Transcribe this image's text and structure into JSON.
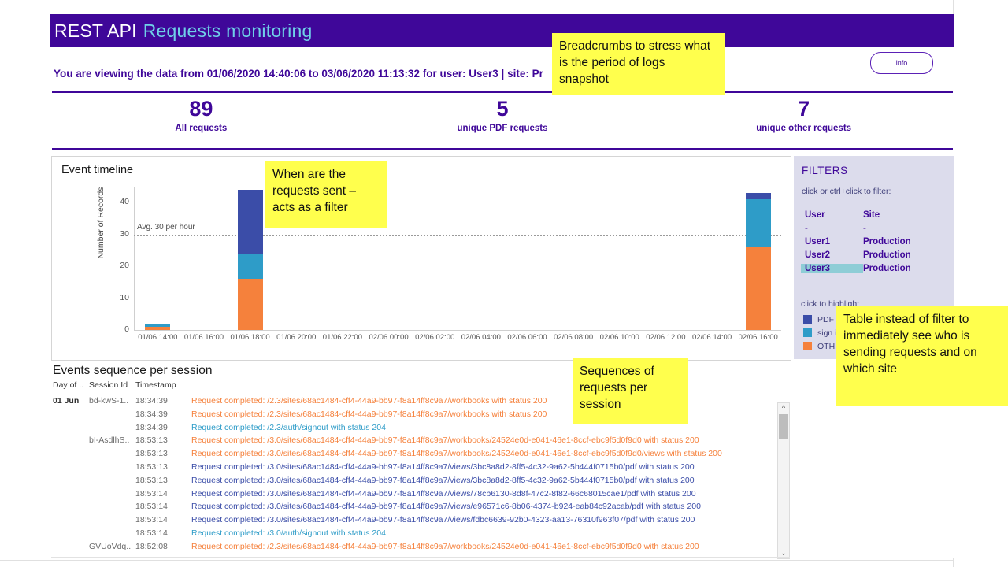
{
  "header": {
    "title_main": "REST API",
    "title_sub": "Requests monitoring",
    "breadcrumb": "You are viewing the data from 01/06/2020 14:40:06 to 03/06/2020 11:13:32 for user: User3 | site: Pr",
    "info_button": "info",
    "accent_purple": "#3f0799",
    "accent_cyan": "#6fd0e8"
  },
  "kpis": [
    {
      "value": "89",
      "label": "All requests"
    },
    {
      "value": "5",
      "label": "unique PDF requests"
    },
    {
      "value": "7",
      "label": "unique other requests"
    }
  ],
  "timeline": {
    "title": "Event timeline",
    "avg_label": "Avg. 30 per hour"
  },
  "chart_data": {
    "type": "bar",
    "stacked": true,
    "title": "Event timeline",
    "xlabel": "",
    "ylabel": "Number of Records",
    "ylim": [
      0,
      45
    ],
    "yticks": [
      0,
      10,
      20,
      30,
      40
    ],
    "grid": false,
    "reference_line": {
      "value": 30,
      "label": "Avg. 30 per hour",
      "style": "dotted"
    },
    "legend_position": "right-panel",
    "categories": [
      "01/06 14:00",
      "01/06 16:00",
      "01/06 18:00",
      "01/06 20:00",
      "01/06 22:00",
      "02/06 00:00",
      "02/06 02:00",
      "02/06 04:00",
      "02/06 06:00",
      "02/06 08:00",
      "02/06 10:00",
      "02/06 12:00",
      "02/06 14:00",
      "02/06 16:00"
    ],
    "series": [
      {
        "name": "OTHER",
        "color": "#f5813c",
        "values": [
          1,
          0,
          16,
          0,
          0,
          0,
          0,
          0,
          0,
          0,
          0,
          0,
          0,
          26
        ]
      },
      {
        "name": "sign in",
        "color": "#2e9cc8",
        "values": [
          1,
          0,
          8,
          0,
          0,
          0,
          0,
          0,
          0,
          0,
          0,
          0,
          0,
          15
        ]
      },
      {
        "name": "PDF",
        "color": "#3b4da8",
        "values": [
          0,
          0,
          20,
          0,
          0,
          0,
          0,
          0,
          0,
          0,
          0,
          0,
          0,
          2
        ]
      }
    ]
  },
  "filters": {
    "title": "FILTERS",
    "hint": "click or ctrl+click to filter:",
    "columns": [
      "User",
      "Site"
    ],
    "rows": [
      {
        "user": "-",
        "site": "-",
        "selected": false
      },
      {
        "user": "User1",
        "site": "Production",
        "selected": false
      },
      {
        "user": "User2",
        "site": "Production",
        "selected": false
      },
      {
        "user": "User3",
        "site": "Production",
        "selected": true
      }
    ],
    "highlight_hint": "click to highlight",
    "legend": [
      {
        "label": "PDF",
        "color": "#3b4da8"
      },
      {
        "label": "sign in",
        "color": "#2e9cc8"
      },
      {
        "label": "OTHER",
        "color": "#f5813c"
      }
    ],
    "selected_color": "#8ecdd6",
    "panel_color": "#dcdcec"
  },
  "sequence": {
    "title": "Events sequence per session",
    "columns": [
      "Day of ..",
      "Session Id",
      "Timestamp"
    ],
    "rows": [
      {
        "day": "01 Jun",
        "session": "bd-kwS-1..",
        "time": "18:34:39",
        "color": "#f5813c",
        "message": "Request completed: /2.3/sites/68ac1484-cff4-44a9-bb97-f8a14ff8c9a7/workbooks with status 200"
      },
      {
        "day": "",
        "session": "",
        "time": "18:34:39",
        "color": "#f5813c",
        "message": "Request completed: /2.3/sites/68ac1484-cff4-44a9-bb97-f8a14ff8c9a7/workbooks with status 200"
      },
      {
        "day": "",
        "session": "",
        "time": "18:34:39",
        "color": "#2e9cc8",
        "message": "Request completed: /2.3/auth/signout with status 204"
      },
      {
        "day": "",
        "session": "bI-AsdlhS..",
        "time": "18:53:13",
        "color": "#f5813c",
        "message": "Request completed: /3.0/sites/68ac1484-cff4-44a9-bb97-f8a14ff8c9a7/workbooks/24524e0d-e041-46e1-8ccf-ebc9f5d0f9d0 with status 200"
      },
      {
        "day": "",
        "session": "",
        "time": "18:53:13",
        "color": "#f5813c",
        "message": "Request completed: /3.0/sites/68ac1484-cff4-44a9-bb97-f8a14ff8c9a7/workbooks/24524e0d-e041-46e1-8ccf-ebc9f5d0f9d0/views with status 200"
      },
      {
        "day": "",
        "session": "",
        "time": "18:53:13",
        "color": "#3b4da8",
        "message": "Request completed: /3.0/sites/68ac1484-cff4-44a9-bb97-f8a14ff8c9a7/views/3bc8a8d2-8ff5-4c32-9a62-5b444f0715b0/pdf with status 200"
      },
      {
        "day": "",
        "session": "",
        "time": "18:53:13",
        "color": "#3b4da8",
        "message": "Request completed: /3.0/sites/68ac1484-cff4-44a9-bb97-f8a14ff8c9a7/views/3bc8a8d2-8ff5-4c32-9a62-5b444f0715b0/pdf with status 200"
      },
      {
        "day": "",
        "session": "",
        "time": "18:53:14",
        "color": "#3b4da8",
        "message": "Request completed: /3.0/sites/68ac1484-cff4-44a9-bb97-f8a14ff8c9a7/views/78cb6130-8d8f-47c2-8f82-66c68015cae1/pdf with status 200"
      },
      {
        "day": "",
        "session": "",
        "time": "18:53:14",
        "color": "#3b4da8",
        "message": "Request completed: /3.0/sites/68ac1484-cff4-44a9-bb97-f8a14ff8c9a7/views/e96571c6-8b06-4374-b924-eab84c92acab/pdf with status 200"
      },
      {
        "day": "",
        "session": "",
        "time": "18:53:14",
        "color": "#3b4da8",
        "message": "Request completed: /3.0/sites/68ac1484-cff4-44a9-bb97-f8a14ff8c9a7/views/fdbc6639-92b0-4323-aa13-76310f963f07/pdf with status 200"
      },
      {
        "day": "",
        "session": "",
        "time": "18:53:14",
        "color": "#2e9cc8",
        "message": "Request completed: /3.0/auth/signout with status 204"
      },
      {
        "day": "",
        "session": "GVUoVdq..",
        "time": "18:52:08",
        "color": "#f5813c",
        "message": "Request completed: /2.3/sites/68ac1484-cff4-44a9-bb97-f8a14ff8c9a7/workbooks/24524e0d-e041-46e1-8ccf-ebc9f5d0f9d0 with status 200"
      }
    ]
  },
  "notes": [
    {
      "id": "note-breadcrumb",
      "text": "Breadcrumbs to stress what is the period of logs snapshot"
    },
    {
      "id": "note-timeline",
      "text": "When are the requests sent – acts as a filter"
    },
    {
      "id": "note-sequence",
      "text": "Sequences of requests per session"
    },
    {
      "id": "note-filters",
      "text": "Table instead of filter to immediately see who is sending requests and on which site"
    }
  ]
}
